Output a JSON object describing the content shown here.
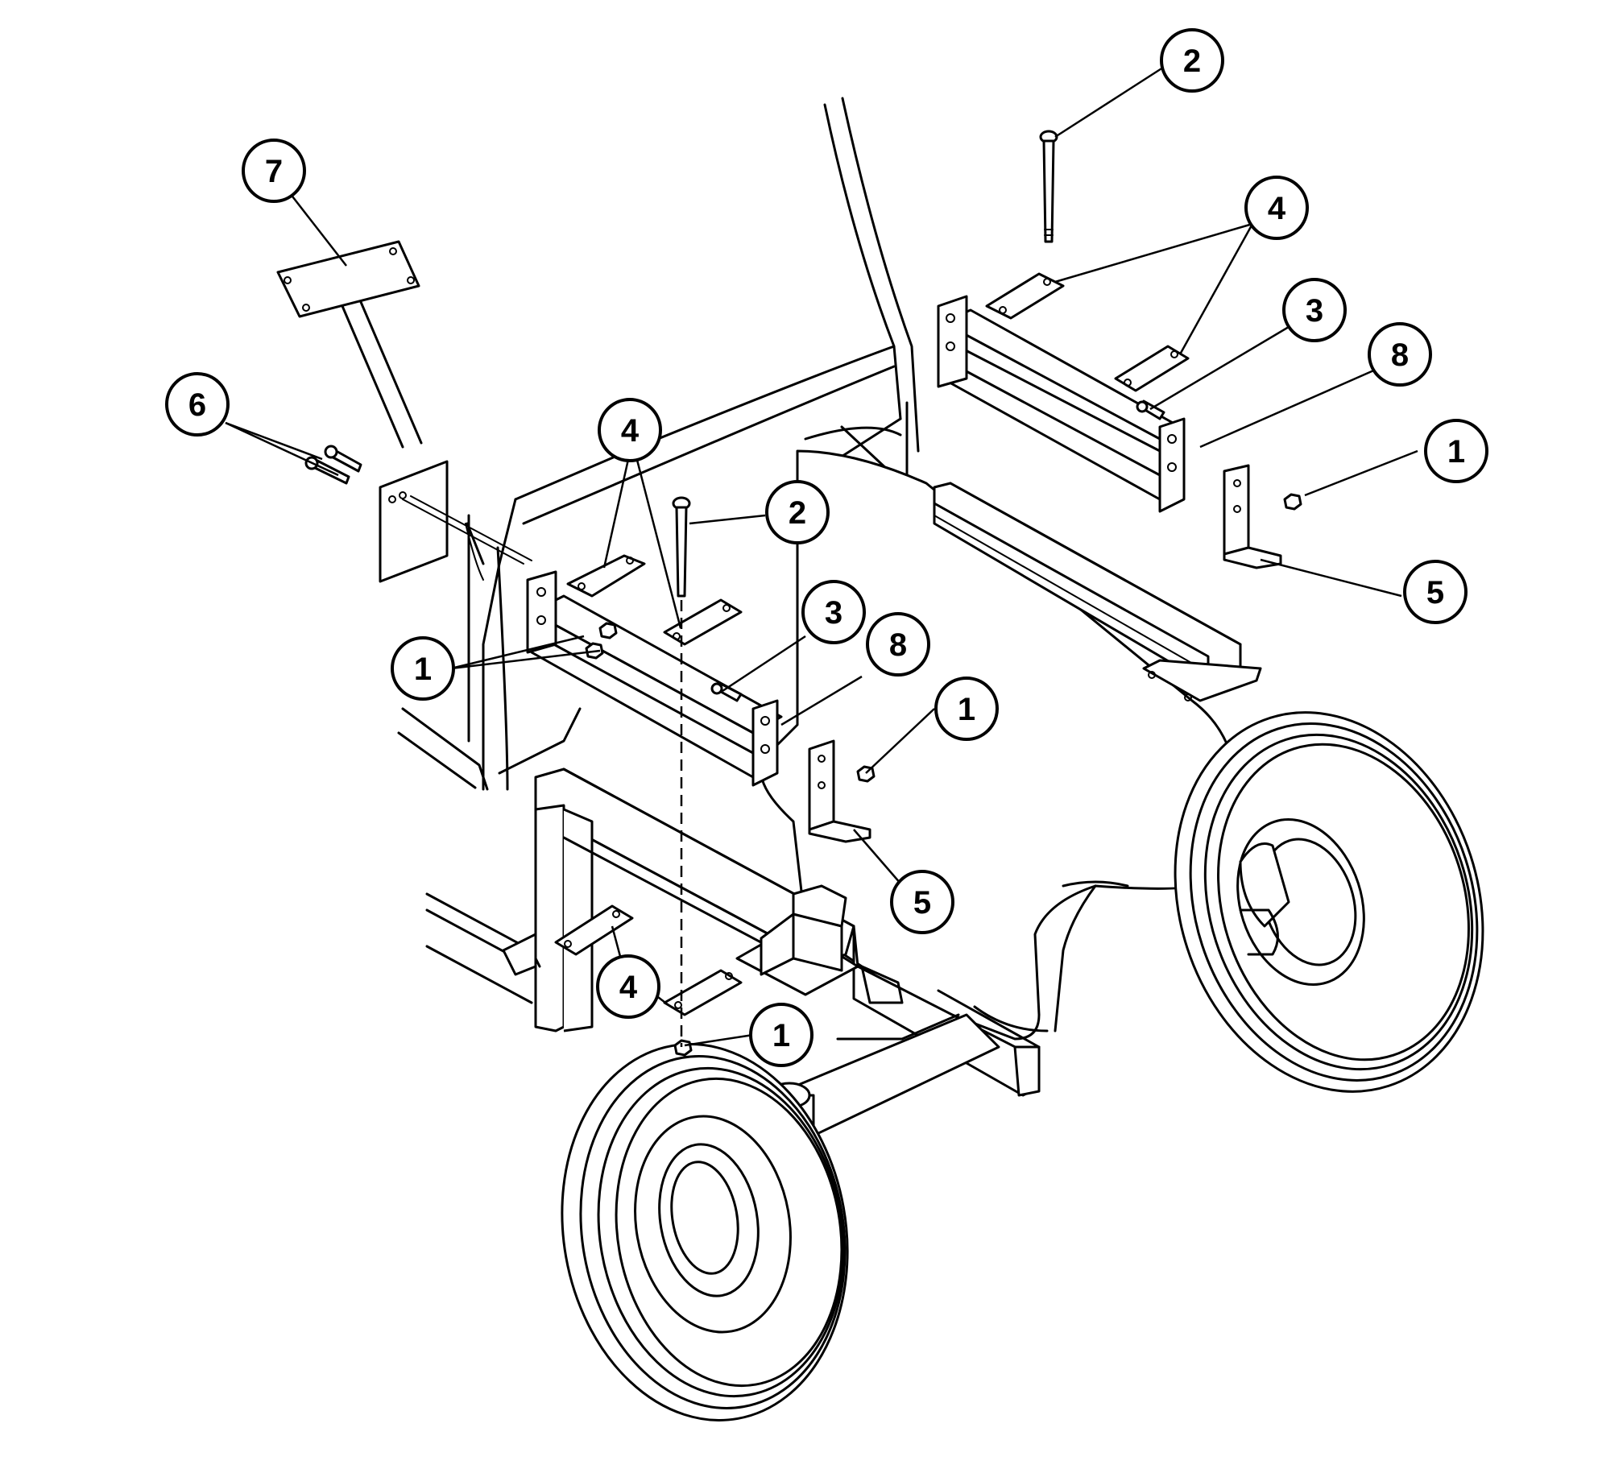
{
  "diagram": {
    "callouts": [
      {
        "id": "c2-top",
        "label": "2"
      },
      {
        "id": "c7",
        "label": "7"
      },
      {
        "id": "c4-top-right",
        "label": "4"
      },
      {
        "id": "c3-right",
        "label": "3"
      },
      {
        "id": "c8-right",
        "label": "8"
      },
      {
        "id": "c1-right",
        "label": "1"
      },
      {
        "id": "c6",
        "label": "6"
      },
      {
        "id": "c4-mid",
        "label": "4"
      },
      {
        "id": "c2-mid",
        "label": "2"
      },
      {
        "id": "c5-right",
        "label": "5"
      },
      {
        "id": "c3-mid",
        "label": "3"
      },
      {
        "id": "c8-mid",
        "label": "8"
      },
      {
        "id": "c1-left",
        "label": "1"
      },
      {
        "id": "c1-center",
        "label": "1"
      },
      {
        "id": "c5-mid",
        "label": "5"
      },
      {
        "id": "c4-bottom",
        "label": "4"
      },
      {
        "id": "c1-bottom",
        "label": "1"
      }
    ]
  }
}
